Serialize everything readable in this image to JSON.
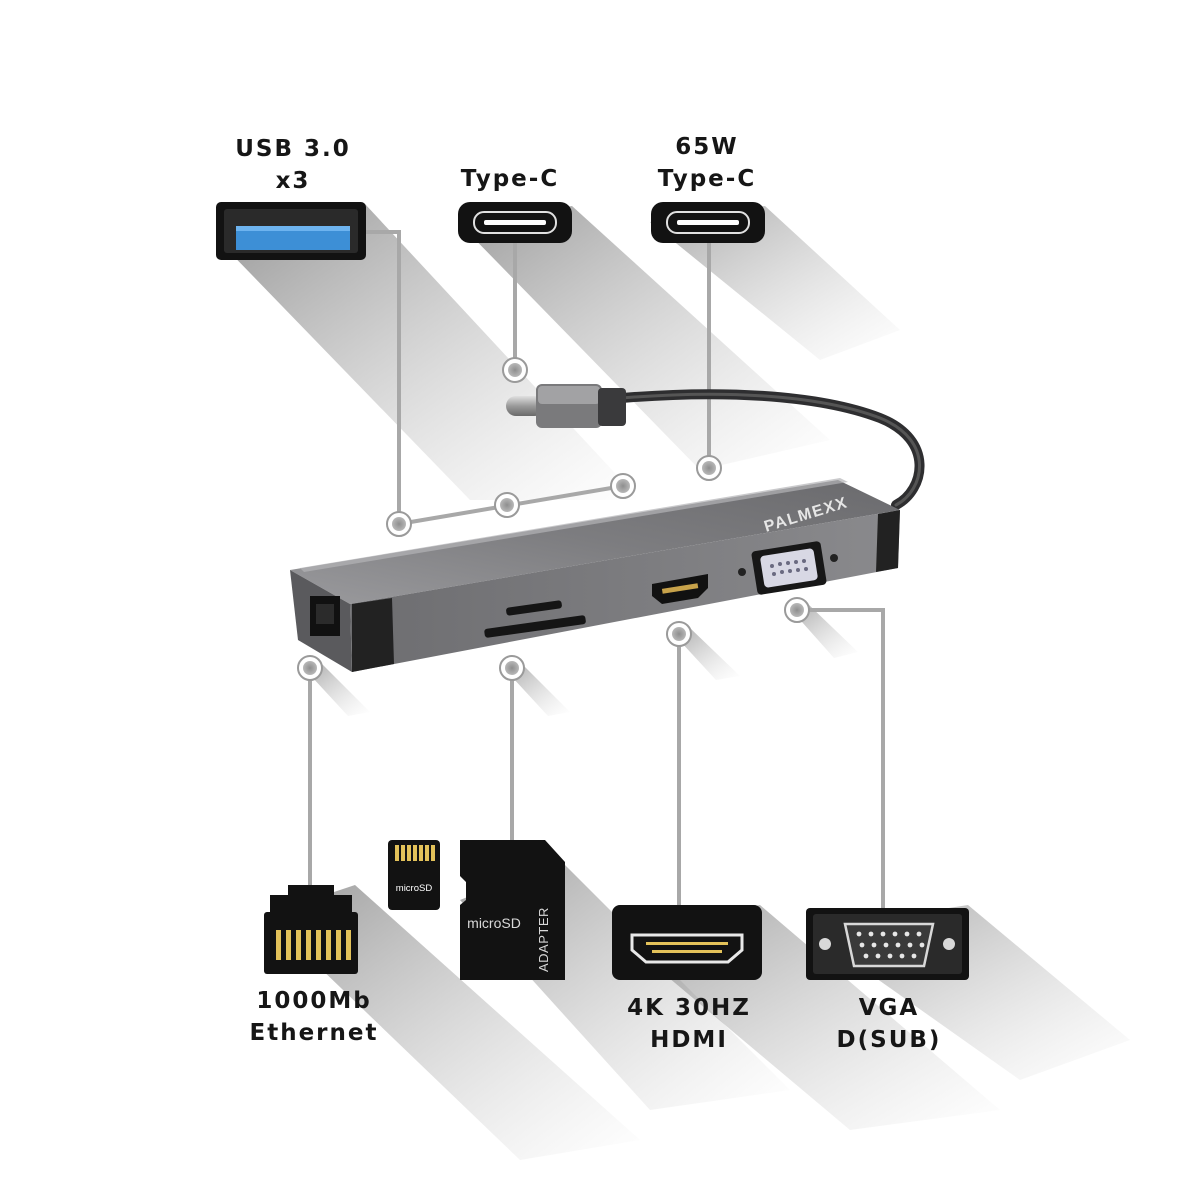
{
  "product": {
    "brand": "PALMEXX"
  },
  "ports": [
    {
      "id": "usb",
      "icon": "usb-3-port-icon",
      "label_lines": [
        "USB 3.0",
        "x3"
      ]
    },
    {
      "id": "typec",
      "icon": "usb-c-port-icon",
      "label_lines": [
        "Type-C"
      ]
    },
    {
      "id": "pd",
      "icon": "usb-c-pd-port-icon",
      "label_lines": [
        "65W",
        "Type-C"
      ]
    },
    {
      "id": "ethernet",
      "icon": "rj45-connector-icon",
      "label_lines": [
        "1000Mb",
        "Ethernet"
      ]
    },
    {
      "id": "sd",
      "icon": "microsd-card-icon",
      "card_text": "microSD",
      "adapter_text": "microSD",
      "adapter_label": "ADAPTER"
    },
    {
      "id": "hdmi",
      "icon": "hdmi-port-icon",
      "label_lines": [
        "4K 30HZ",
        "HDMI"
      ]
    },
    {
      "id": "vga",
      "icon": "vga-port-icon",
      "label_lines": [
        "VGA",
        "D(SUB)"
      ]
    }
  ],
  "colors": {
    "shadow": "#8a8a8a",
    "leader": "#a8a8a8",
    "hub_body": "#7a7a7d",
    "usb_blue": "#3d8fd6",
    "icon_black": "#121212"
  }
}
